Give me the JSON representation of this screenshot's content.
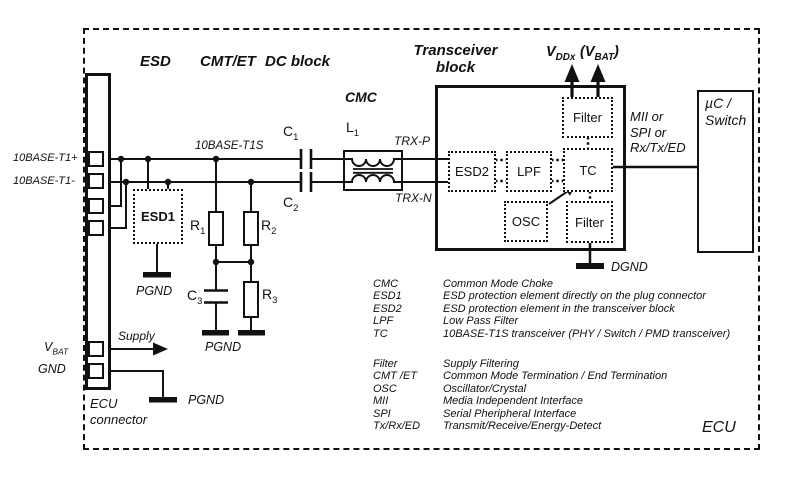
{
  "colors": {
    "ink": "#111111",
    "background": "#ffffff"
  },
  "headers": {
    "esd": "ESD",
    "cmt_et": "CMT/ET",
    "dc_block": "DC block",
    "cmc": "CMC",
    "transceiver_line1": "Transceiver",
    "transceiver_line2": "block"
  },
  "nets": {
    "t1_plus": "10BASE-T1+",
    "t1_minus": "10BASE-T1-",
    "t1s": "10BASE-T1S",
    "trx_p": "TRX-P",
    "trx_n": "TRX-N",
    "supply": "Supply",
    "mii": "MII or",
    "spi": "SPI or",
    "rxtx": "Rx/Tx/ED"
  },
  "power": {
    "vddx_main": "V",
    "vddx_sub": "DDx",
    "vbat_open": "(V",
    "vbat_sub": "BAT",
    "vbat_close": ")",
    "vbat_pin_main": "V",
    "vbat_pin_sub": "BAT",
    "gnd_pin": "GND"
  },
  "grounds": {
    "pgnd_esd1": "PGND",
    "pgnd_termination": "PGND",
    "pgnd_connector": "PGND",
    "dgnd": "DGND"
  },
  "components": {
    "c1": {
      "main": "C",
      "sub": "1"
    },
    "c2": {
      "main": "C",
      "sub": "2"
    },
    "c3": {
      "main": "C",
      "sub": "3"
    },
    "r1": {
      "main": "R",
      "sub": "1"
    },
    "r2": {
      "main": "R",
      "sub": "2"
    },
    "r3": {
      "main": "R",
      "sub": "3"
    },
    "l1": {
      "main": "L",
      "sub": "1"
    },
    "esd1": "ESD1",
    "esd2": "ESD2",
    "lpf": "LPF",
    "tc": "TC",
    "osc": "OSC",
    "filter_top": "Filter",
    "filter_bottom": "Filter"
  },
  "blocks": {
    "mcu_line1": "µC /",
    "mcu_line2": "Switch",
    "connector_line1": "ECU",
    "connector_line2": "connector",
    "ecu": "ECU"
  },
  "legend": {
    "rows": [
      {
        "term": "CMC",
        "desc": "Common Mode Choke"
      },
      {
        "term": "ESD1",
        "desc": "ESD protection element directly on the plug connector"
      },
      {
        "term": "ESD2",
        "desc": "ESD protection element in the transceiver block"
      },
      {
        "term": "LPF",
        "desc": "Low Pass Filter"
      },
      {
        "term": "TC",
        "desc": "10BASE-T1S transceiver (PHY / Switch / PMD transceiver)"
      },
      {
        "term": "Filter",
        "desc": "Supply Filtering"
      },
      {
        "term": "CMT /ET",
        "desc": "Common Mode Termination / End Termination"
      },
      {
        "term": "OSC",
        "desc": "Oscillator/Crystal"
      },
      {
        "term": "MII",
        "desc": "Media Independent Interface"
      },
      {
        "term": "SPI",
        "desc": "Serial Pheripheral Interface"
      },
      {
        "term": "Tx/Rx/ED",
        "desc": "Transmit/Receive/Energy-Detect"
      }
    ]
  }
}
